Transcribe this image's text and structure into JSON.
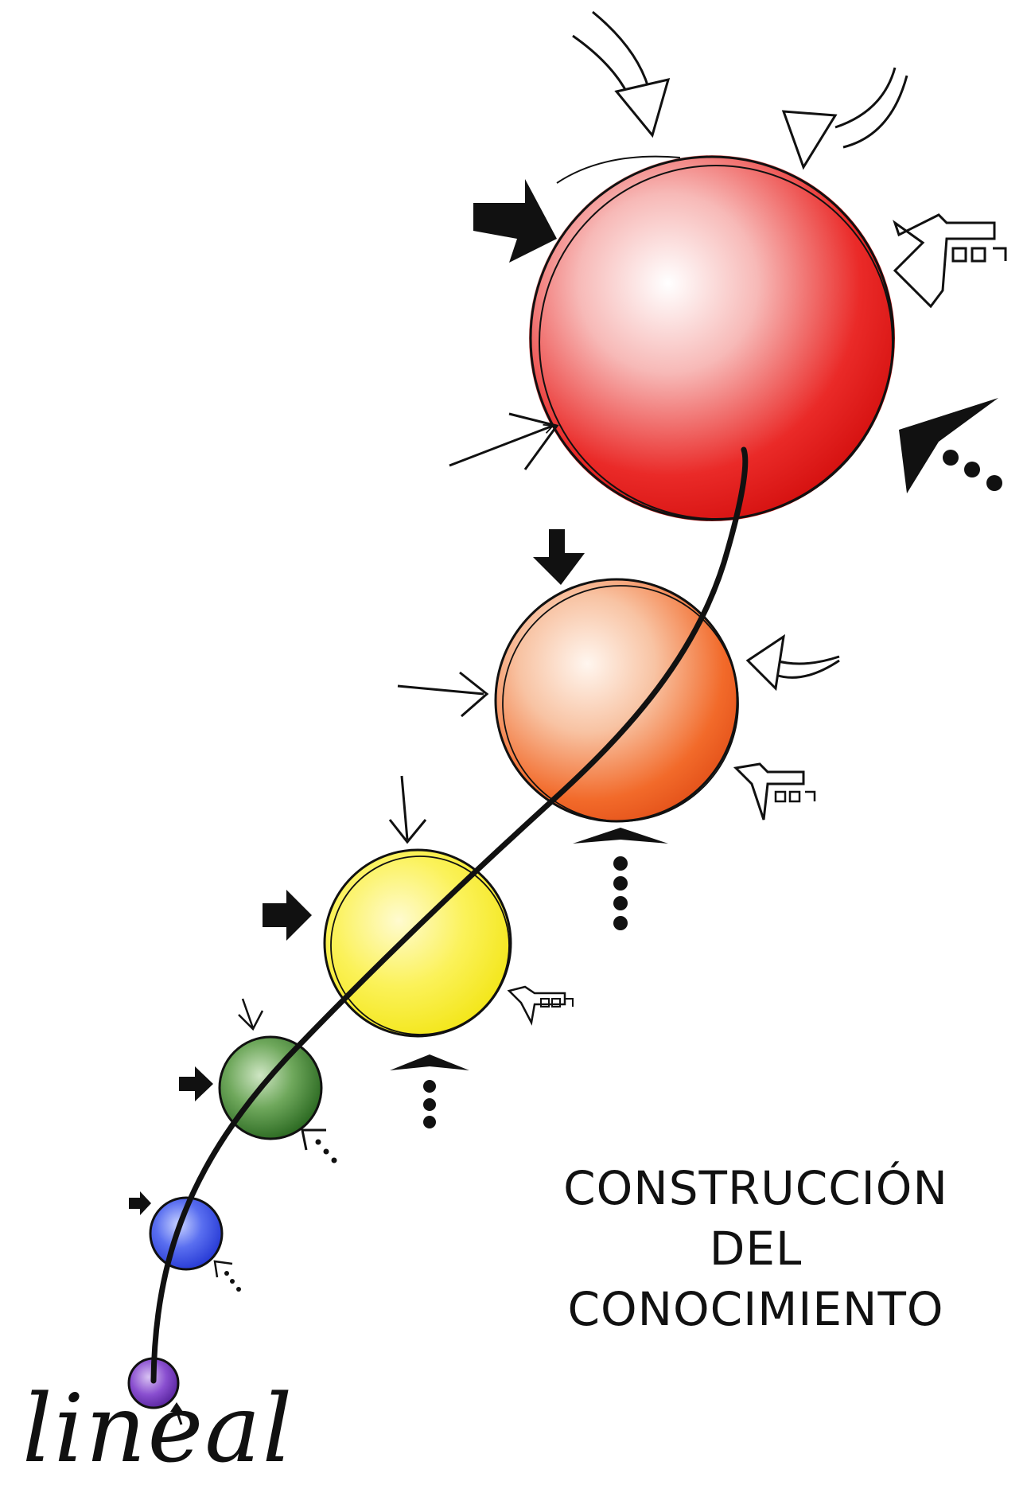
{
  "caption": {
    "line1": "CONSTRUCCIÓN",
    "line2": "DEL",
    "line3": "CONOCIMIENTO"
  },
  "path_label": "lineal",
  "spheres": [
    {
      "id": "purple",
      "color": "#6a2db0"
    },
    {
      "id": "blue",
      "color": "#2a3fe0"
    },
    {
      "id": "green",
      "color": "#2f7d1f"
    },
    {
      "id": "yellow",
      "color": "#f5ee1a"
    },
    {
      "id": "orange",
      "color": "#f26a2a"
    },
    {
      "id": "red",
      "color": "#e8161c"
    }
  ],
  "colors": {
    "ink": "#111111",
    "background": "#ffffff"
  }
}
